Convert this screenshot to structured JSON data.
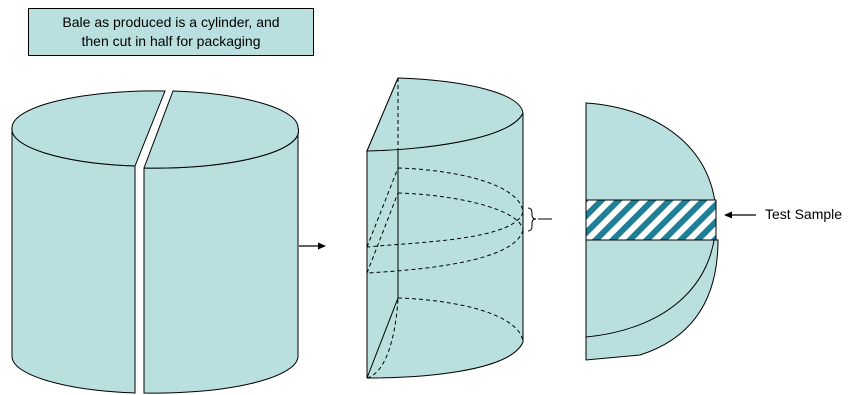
{
  "caption": {
    "line1": "Bale as produced is a cylinder, and",
    "line2": "then cut in half for packaging"
  },
  "test_sample_label": "Test Sample",
  "colors": {
    "fill": "#b9e0df",
    "stroke": "#000000",
    "hatch": "#1f7f97"
  }
}
